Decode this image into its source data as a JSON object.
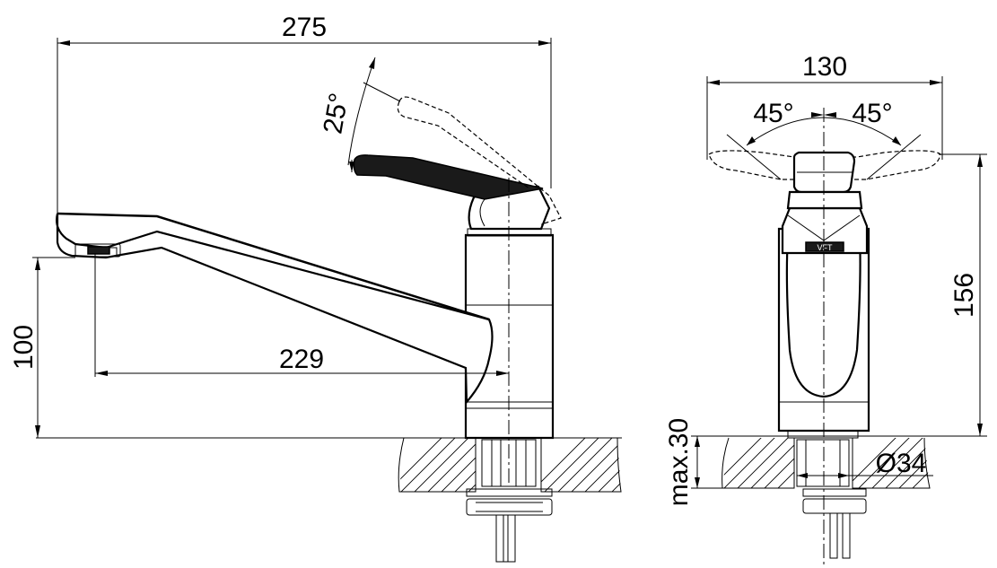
{
  "dimensions": {
    "overall_length": "275",
    "spout_reach": "229",
    "spout_height": "100",
    "lever_angle": "25°",
    "width": "130",
    "swivel_left": "45°",
    "swivel_right": "45°",
    "total_height": "156",
    "max_counter_thickness": "max.30",
    "mount_hole_diameter": "Ø34"
  },
  "logo_text": "VFT",
  "colors": {
    "line": "#000000",
    "background": "#ffffff"
  }
}
